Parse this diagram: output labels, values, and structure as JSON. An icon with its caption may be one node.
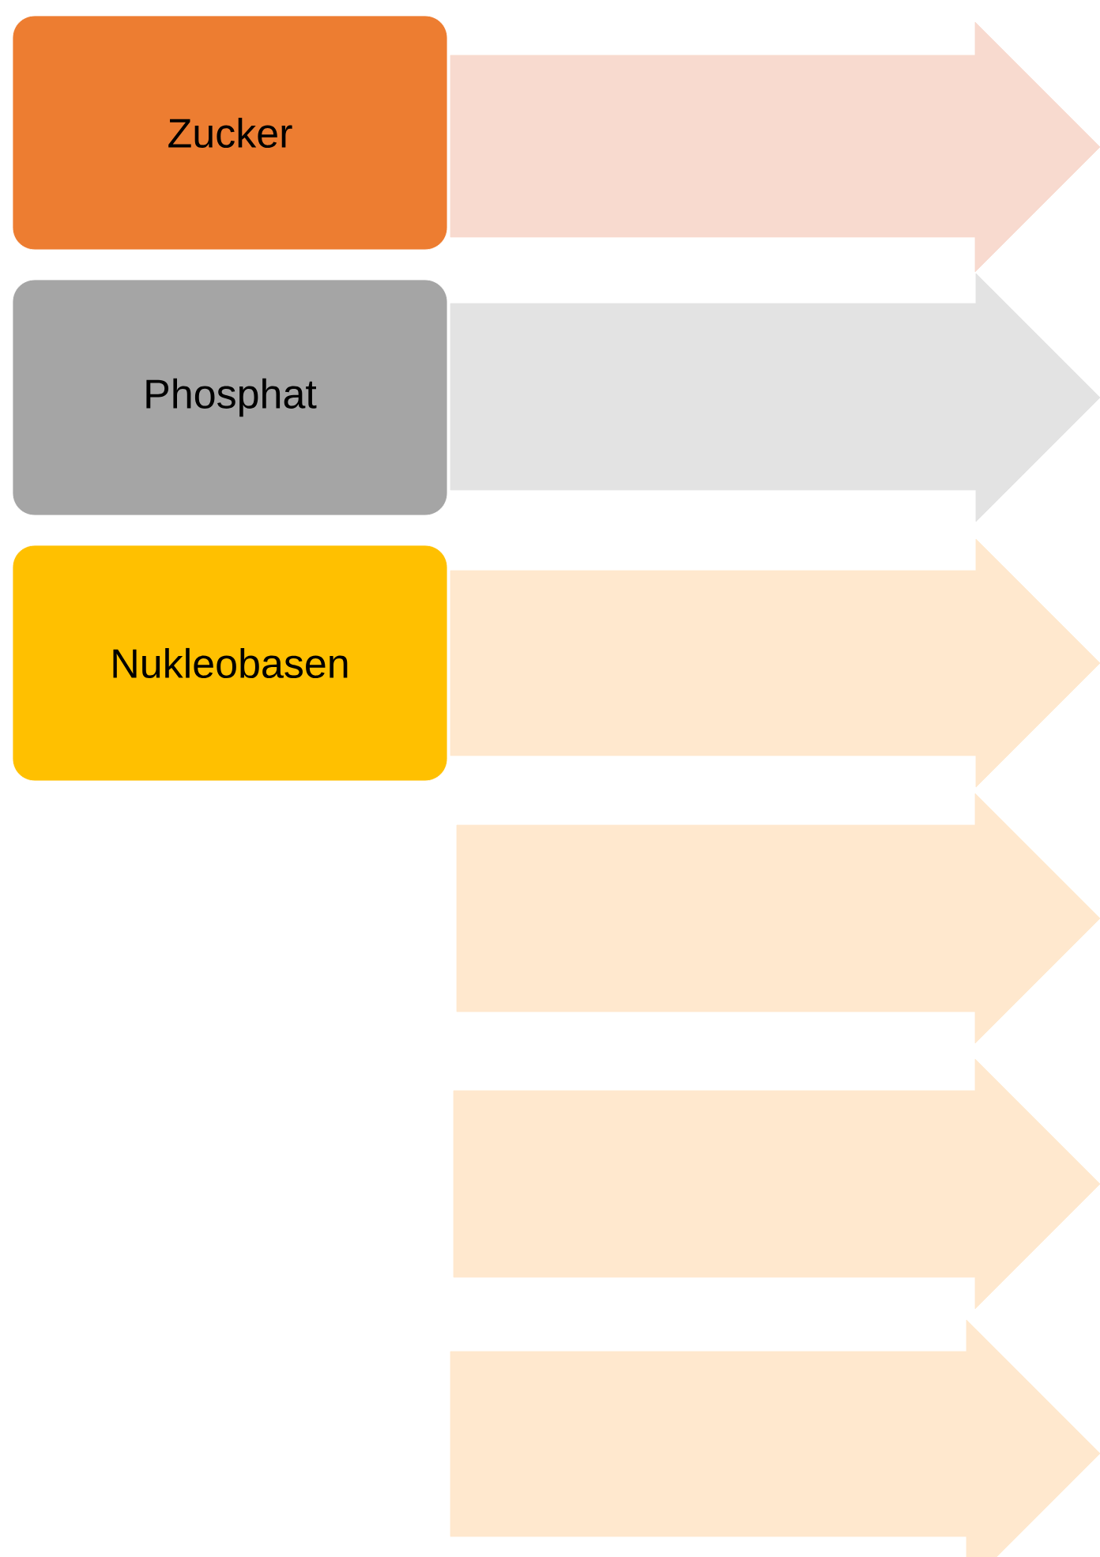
{
  "diagram": {
    "nodes": [
      {
        "text": [
          "Zucker"
        ]
      },
      {
        "text": [
          "Phosphat"
        ]
      },
      {
        "text": [
          "Nukleobasen"
        ]
      },
      {
        "text": [],
        "shape": "arrow"
      },
      {
        "text": [],
        "shape": "arrow"
      },
      {
        "text": [],
        "shape": "arrow"
      },
      {
        "text": [],
        "shape": "arrow"
      },
      {
        "text": [],
        "shape": "arrow"
      },
      {
        "text": [],
        "shape": "arrow"
      }
    ]
  }
}
